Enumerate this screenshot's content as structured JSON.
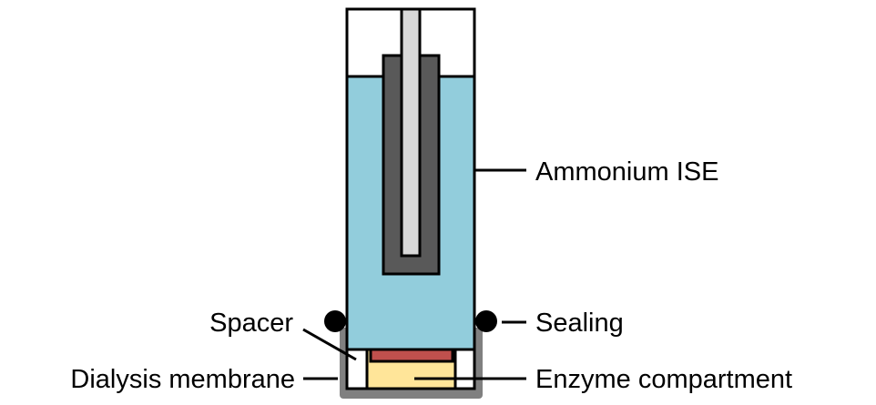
{
  "labels": {
    "ammonium_ise": "Ammonium ISE",
    "sealing": "Sealing",
    "spacer": "Spacer",
    "dialysis_membrane": "Dialysis membrane",
    "enzyme_compartment": "Enzyme compartment"
  },
  "colors": {
    "solution": "#92CDDC",
    "electrode_body": "#595959",
    "electrode_wire": "#D9D9D9",
    "enzyme_layer": "#C0504D",
    "enzyme_compartment": "#FFE599",
    "housing": "#808080"
  }
}
